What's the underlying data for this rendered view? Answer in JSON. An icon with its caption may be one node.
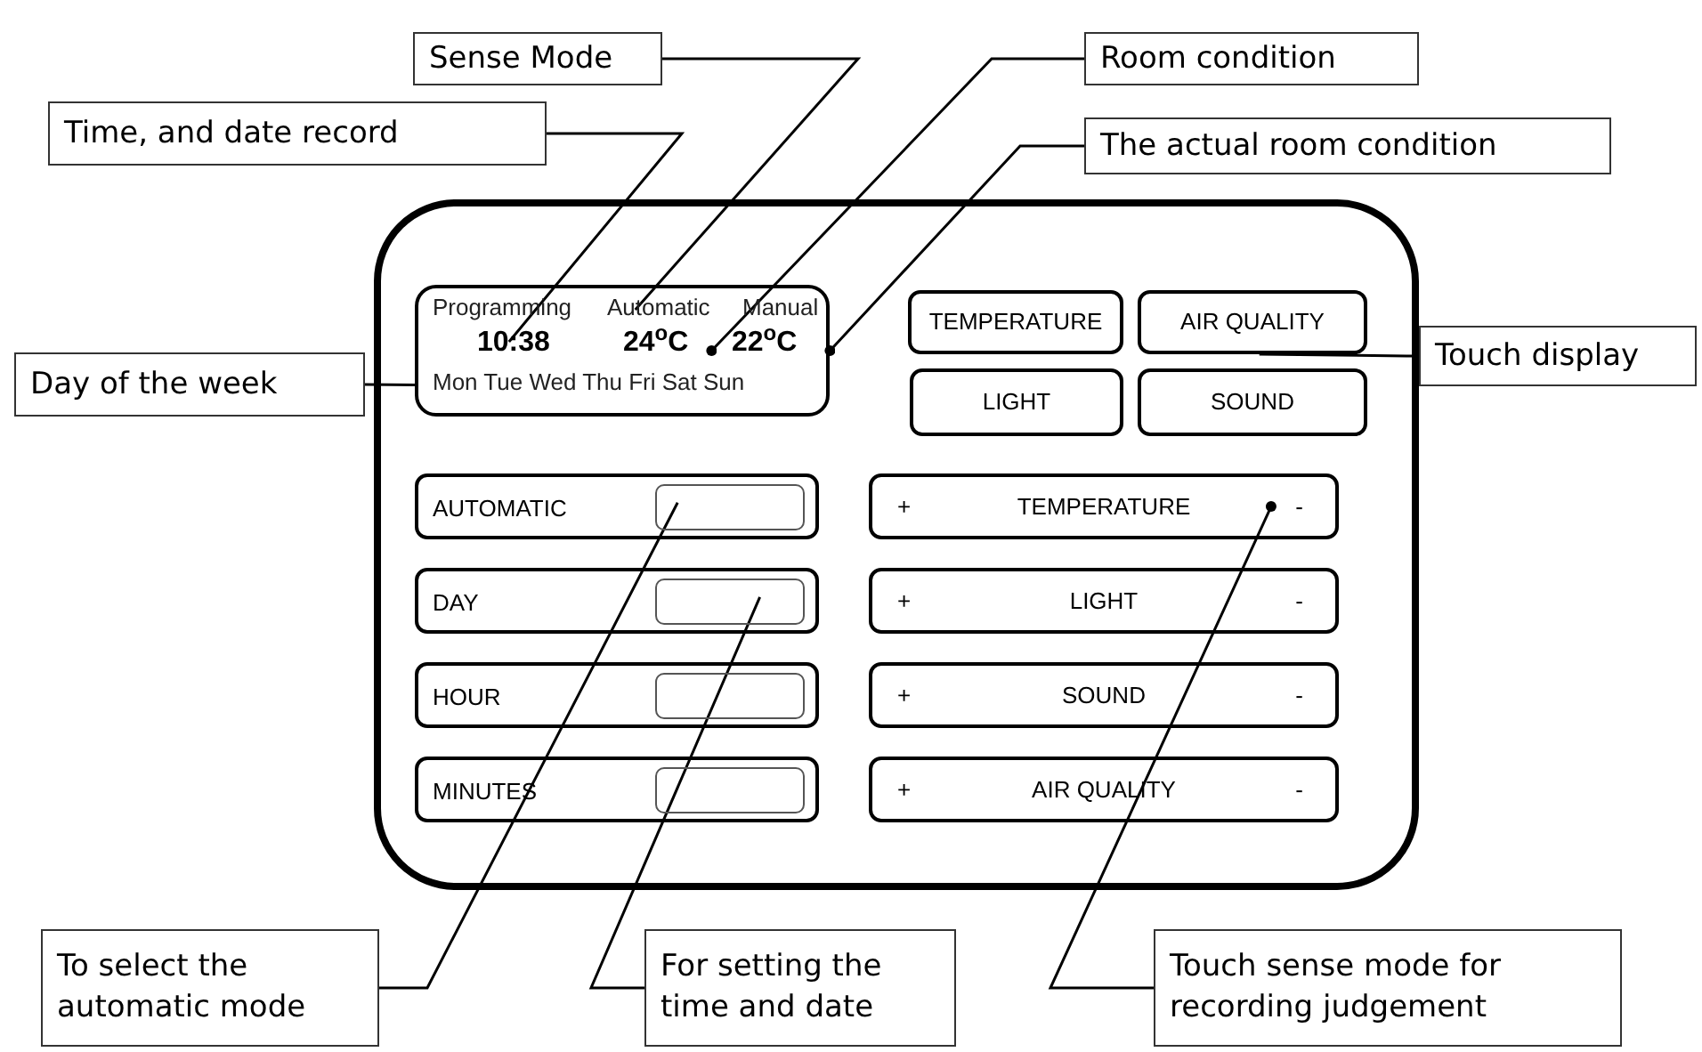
{
  "diagram": {
    "nodes": [
      {
        "text": [
          "Sense Mode"
        ]
      },
      {
        "text": [
          "Room condition"
        ]
      },
      {
        "text": [
          "Time, and date record"
        ]
      },
      {
        "text": [
          "The actual room condition"
        ]
      },
      {
        "text": [
          "Day of the week"
        ]
      },
      {
        "text": [
          "Touch display"
        ]
      },
      {
        "text": [],
        "shape": "box"
      },
      {
        "text": [],
        "shape": "box",
        "in": 6
      },
      {
        "text": [
          "Automatic"
        ],
        "in": 7
      },
      {
        "text": [
          "10:38"
        ],
        "in": 7
      },
      {
        "text": [
          "24$^{o}$C"
        ],
        "in": 7
      },
      {
        "text": [
          "22$^{o}$C"
        ],
        "in": 7
      },
      {
        "text": [
          "TEMPERATURE"
        ],
        "in": 6
      },
      {
        "text": [
          "AIR QUALITY"
        ],
        "in": 6
      },
      {
        "text": [
          "LIGHT"
        ],
        "in": 6
      },
      {
        "text": [
          "SOUND"
        ],
        "in": 6
      },
      {
        "text": [
          "AUTOMATIC"
        ],
        "in": 6
      },
      {
        "text": [],
        "shape": "box",
        "in": 16
      },
      {
        "text": [
          "DAY"
        ],
        "in": 6
      },
      {
        "text": [],
        "shape": "box",
        "in": 18
      },
      {
        "text": [
          "HOUR"
        ],
        "in": 6
      },
      {
        "text": [],
        "shape": "box",
        "in": 20
      },
      {
        "text": [
          "MINUTES"
        ],
        "in": 6
      },
      {
        "text": [],
        "shape": "box",
        "in": 22
      },
      {
        "text": [
          "+",
          "TEMPERATURE",
          "-"
        ],
        "in": 6
      },
      {
        "text": [
          "+",
          "LIGHT",
          "-"
        ],
        "in": 6
      },
      {
        "text": [
          "+",
          "SOUND",
          "-"
        ],
        "in": 6
      },
      {
        "text": [
          "+",
          "AIR QUALITY",
          "-"
        ],
        "in": 6
      },
      {
        "text": [
          "To select the automatic mode"
        ]
      },
      {
        "text": [
          "For setting the time and date"
        ]
      },
      {
        "text": [
          "Touch sense mode for recording judgement"
        ]
      }
    ],
    "edges": [
      {
        "from": 0,
        "to": 8,
        "arrow": "none"
      },
      {
        "from": 1,
        "to": 10,
        "arrow": "other"
      },
      {
        "from": 2,
        "to": 9,
        "arrow": "none"
      },
      {
        "from": 3,
        "to": 11,
        "arrow": "other"
      },
      {
        "from": 4,
        "to": 7,
        "arrow": "none"
      },
      {
        "from": 5,
        "to": 13,
        "arrow": "none"
      },
      {
        "from": 28,
        "to": 17,
        "arrow": "none"
      },
      {
        "from": 29,
        "to": 19,
        "arrow": "none"
      },
      {
        "from": 30,
        "to": 24,
        "arrow": "other"
      }
    ],
    "labels": [
      "Programming",
      "Manual",
      "Mon Tue Wed Thu Fri Sat Sun"
    ]
  }
}
